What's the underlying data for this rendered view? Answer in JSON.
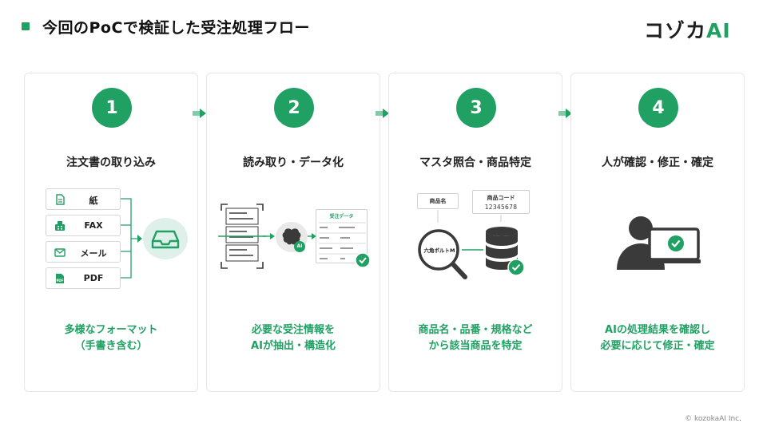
{
  "header": {
    "title": "今回のPoCで検証した受注処理フロー",
    "logo_text_ja": "コゾカ",
    "logo_text_ai": "AI"
  },
  "steps": [
    {
      "number": "1",
      "title": "注文書の取り込み",
      "formats": [
        "紙",
        "FAX",
        "メール",
        "PDF"
      ],
      "desc_lines": [
        "多様なフォーマット",
        "（手書き含む）"
      ]
    },
    {
      "number": "2",
      "title": "読み取り・データ化",
      "form_title": "受注データ",
      "ai_badge": "AI",
      "desc_lines": [
        "必要な受注情報を",
        "AIが抽出・構造化"
      ]
    },
    {
      "number": "3",
      "title": "マスタ照合・商品特定",
      "tag_product_name": "商品名",
      "tag_product_code": "商品コード",
      "product_code_value": "12345678",
      "search_text": "六角ボルトM",
      "desc_lines": [
        "商品名・品番・規格など",
        "から該当商品を特定"
      ]
    },
    {
      "number": "4",
      "title": "人が確認・修正・確定",
      "desc_lines": [
        "AIの処理結果を確認し",
        "必要に応じて修正・確定"
      ]
    }
  ],
  "footer": {
    "copyright": "© kozokaAI Inc."
  },
  "colors": {
    "accent": "#21a064",
    "dark": "#3a3a3a"
  }
}
